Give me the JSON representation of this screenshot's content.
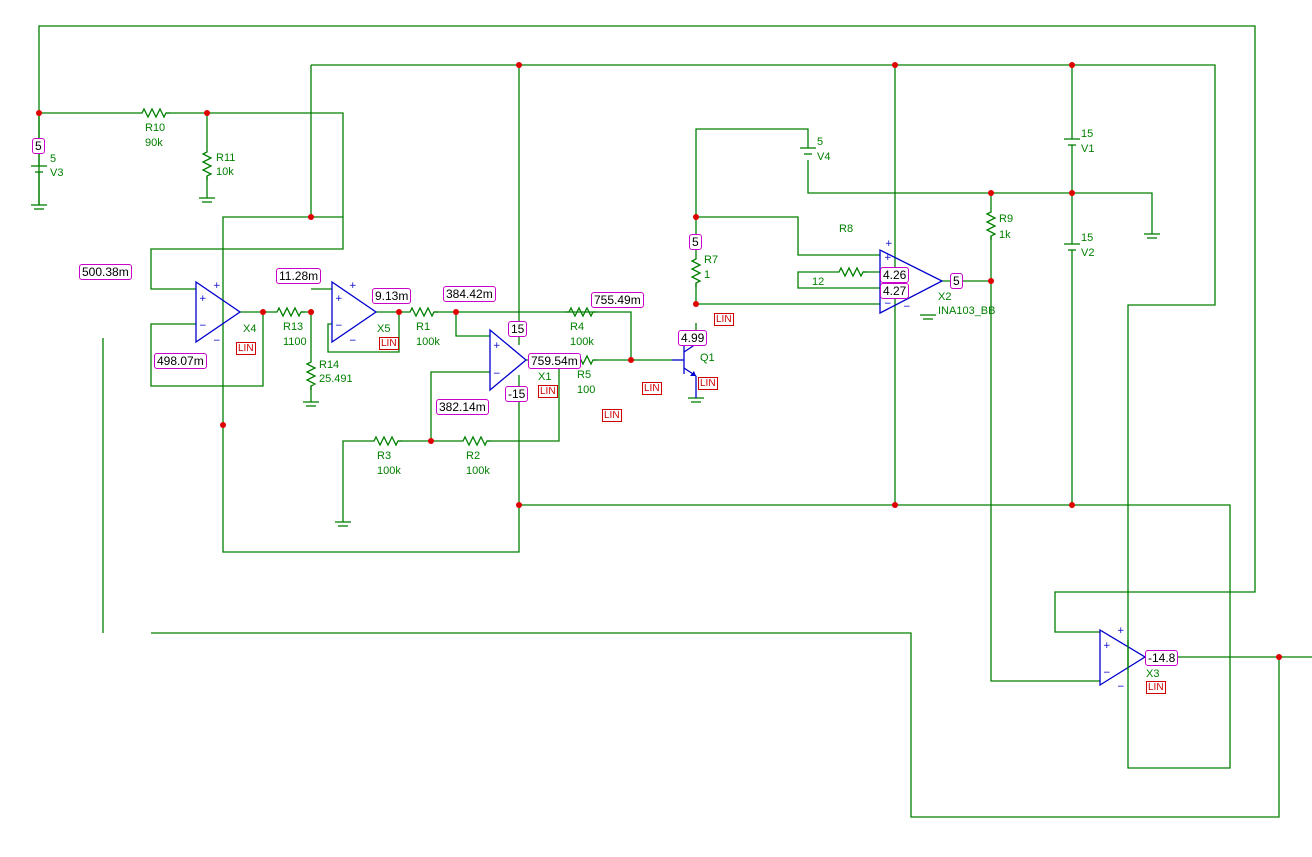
{
  "components": {
    "R10": {
      "ref": "R10",
      "value": "90k"
    },
    "R11": {
      "ref": "R11",
      "value": "10k"
    },
    "V3": {
      "ref": "V3",
      "value": "5"
    },
    "R13": {
      "ref": "R13",
      "value": "1100"
    },
    "R14": {
      "ref": "R14",
      "value": "25.491"
    },
    "X4": {
      "ref": "X4"
    },
    "X5": {
      "ref": "X5"
    },
    "R1": {
      "ref": "R1",
      "value": "100k"
    },
    "X1": {
      "ref": "X1"
    },
    "R4": {
      "ref": "R4",
      "value": "100k"
    },
    "R5": {
      "ref": "R5",
      "value": "100"
    },
    "R3": {
      "ref": "R3",
      "value": "100k"
    },
    "R2": {
      "ref": "R2",
      "value": "100k"
    },
    "R7": {
      "ref": "R7",
      "value": "1"
    },
    "Q1": {
      "ref": "Q1"
    },
    "V4": {
      "ref": "V4",
      "value": "5"
    },
    "R8": {
      "ref": "R8",
      "value": "12"
    },
    "X2": {
      "ref": "X2",
      "value": "INA103_BB"
    },
    "R9": {
      "ref": "R9",
      "value": "1k"
    },
    "V1": {
      "ref": "V1",
      "value": "15"
    },
    "V2": {
      "ref": "V2",
      "value": "15"
    },
    "X3": {
      "ref": "X3"
    }
  },
  "probes": {
    "v3": "5",
    "x4_out_ref": "500.38m",
    "x4_in_neg": "498.07m",
    "x5_in": "11.28m",
    "x5_out": "9.13m",
    "node_r1": "384.42m",
    "x1_vplus": "15",
    "x1_vminus": "-15",
    "x1_out": "759.54m",
    "x1_in_neg": "382.14m",
    "r4_right": "755.49m",
    "r7_top": "5",
    "q1_collector": "4.99",
    "x2_in_pos": "4.26",
    "x2_in_neg": "4.27",
    "x2_out": "5",
    "x3_out": "-14.8"
  },
  "lin_flag": "LIN",
  "colors": {
    "wire": "#008000",
    "device": "#0000cc",
    "junction": "#e00000",
    "probe_border": "#cc00cc",
    "lin": "#cc0000"
  }
}
